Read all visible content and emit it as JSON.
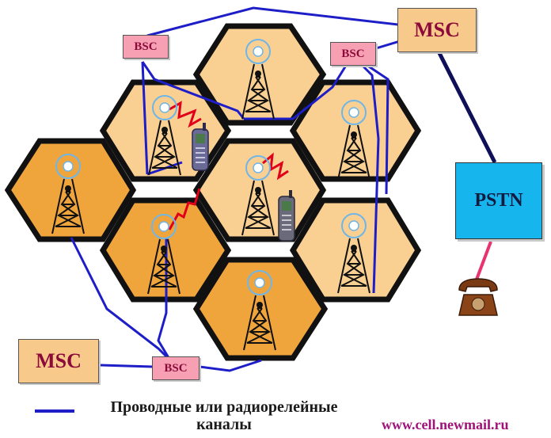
{
  "diagram": {
    "msc_top_label": "MSC",
    "msc_bottom_label": "MSC",
    "bsc_left_label": "BSC",
    "bsc_right_label": "BSC",
    "bsc_bottom_label": "BSC",
    "pstn_label": "PSTN"
  },
  "legend": {
    "line_color": "#1e1ec8",
    "text_line1": "Проводные или радиорелейные",
    "text_line2": "каналы"
  },
  "footer": {
    "url": "www.cell.newmail.ru"
  },
  "colors": {
    "cell_light": "#f9cf92",
    "cell_dark": "#f0a53c",
    "cell_border": "#111111",
    "link": "#1e1ec8",
    "radio": "#e0001a",
    "phone_line": "#e8346e"
  },
  "icons": [
    "tower-icon",
    "mobile-phone-icon",
    "telephone-icon"
  ]
}
